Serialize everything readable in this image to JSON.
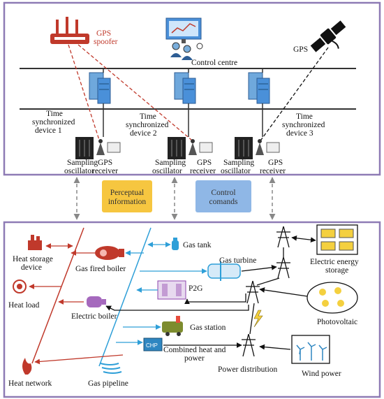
{
  "top": {
    "gps_spoofer": [
      "GPS",
      "spoofer"
    ],
    "control_centre": "Control centre",
    "gps": "GPS",
    "devices": [
      [
        "Time",
        "synchronized",
        "device 1"
      ],
      [
        "Time",
        "synchronized",
        "device 2"
      ],
      [
        "Time",
        "synchronized",
        "device 3"
      ]
    ],
    "sampling_oscillator": [
      "Sampling",
      "oscillator"
    ],
    "gps_receiver": [
      "GPS",
      "receiver"
    ]
  },
  "middle": {
    "perceptual": [
      "Perceptual",
      "information"
    ],
    "control": [
      "Control",
      "comands"
    ]
  },
  "bottom": {
    "heat_storage": [
      "Heat storage",
      "device"
    ],
    "heat_load": "Heat load",
    "heat_network": "Heat network",
    "gas_fired_boiler": "Gas fired boiler",
    "electric_boiler": "Electric boiler",
    "gas_tank": "Gas tank",
    "gas_turbine": "Gas turbine",
    "p2g": "P2G",
    "gas_station": "Gas station",
    "chp": [
      "Combined heat and",
      "power"
    ],
    "gas_pipeline": "Gas pipeline",
    "electric_storage": [
      "Electric energy",
      "storage"
    ],
    "photovoltaic": "Photovoltaic",
    "power_distribution": "Power distribution",
    "wind_power": "Wind power"
  },
  "colors": {
    "frame": "#8e7bb5",
    "heat": "#c0392b",
    "gas": "#2e9fd8",
    "power": "#111111",
    "perceptual_box": "#f6c640",
    "control_box": "#8fb7e6"
  }
}
